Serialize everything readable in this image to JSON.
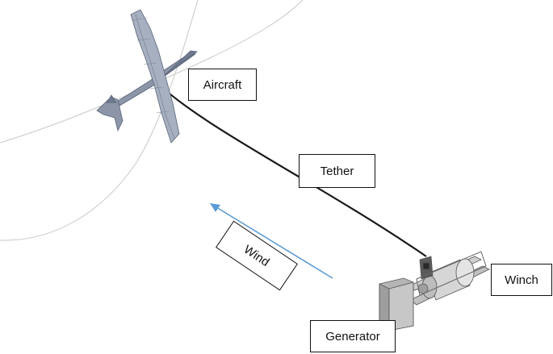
{
  "labels": {
    "aircraft": "Aircraft",
    "tether": "Tether",
    "wind": "Wind",
    "winch": "Winch",
    "generator": "Generator"
  },
  "colors": {
    "tether": "#1a1a1a",
    "wind_arrow": "#5b9bd5",
    "flight_paths": "#c8c8c8",
    "aircraft_body": "#8c96a8",
    "machinery": "#b8b8b8"
  }
}
